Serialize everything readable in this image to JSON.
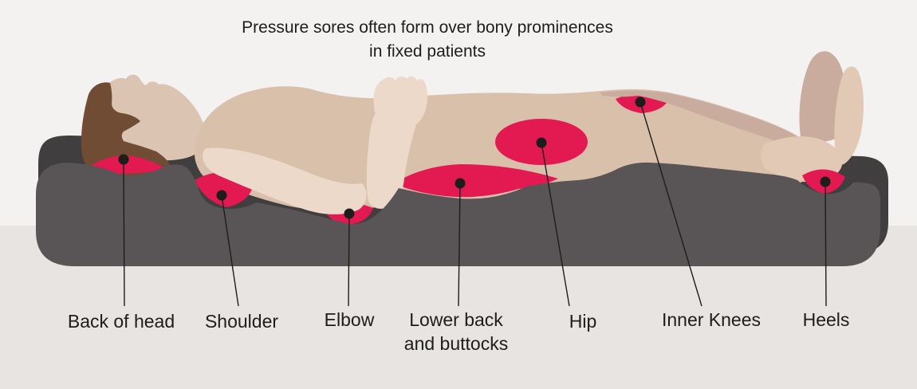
{
  "title": {
    "line1": "Pressure sores often form over bony prominences",
    "line2": "in fixed patients"
  },
  "labels": {
    "back_of_head": "Back of head",
    "shoulder": "Shoulder",
    "elbow": "Elbow",
    "lower_back": "Lower back and buttocks",
    "hip": "Hip",
    "inner_knees": "Inner Knees",
    "heels": "Heels"
  },
  "colors": {
    "background": "#f4f2f0",
    "floor": "#e7e4e1",
    "mattress_back": "#413e3f",
    "mattress_front": "#595556",
    "skin": "#d9c0ab",
    "skin_light": "#ecd9c9",
    "skin_face": "#dcc4b2",
    "skin_shadow": "#c9ac9e",
    "skin_bright": "#e1c9b5",
    "hair": "#6f4c33",
    "sore": "#e31952",
    "text": "#1d1d1b"
  }
}
